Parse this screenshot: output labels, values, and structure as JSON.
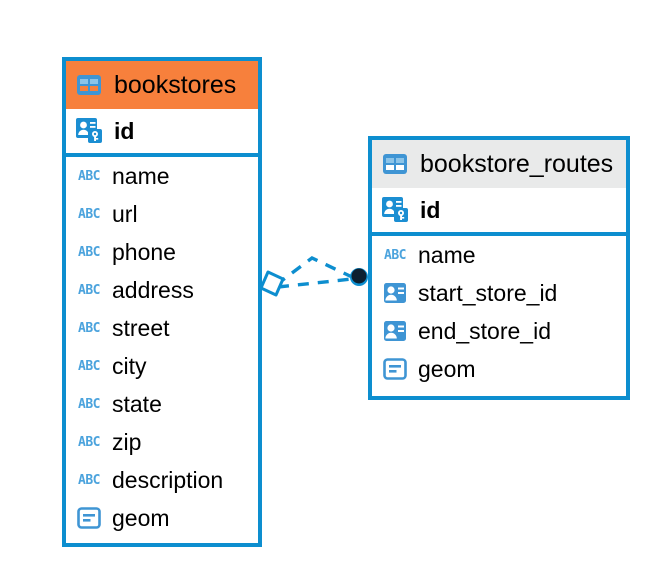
{
  "diagram": {
    "type": "entity-relationship-diagram",
    "background": "#ffffff",
    "accent_color": "#0d8ecf",
    "highlight_color": "#f7803c",
    "neutral_header_color": "#e9eaea",
    "icon_blue": "#3f95d4",
    "abc_blue": "#4ba3dd",
    "text_color": "#000000"
  },
  "tables": [
    {
      "name": "bookstores",
      "header_style": "highlighted-orange",
      "table_icon": "table-grid-icon",
      "fields": [
        {
          "label": "id",
          "icon": "primary-key-icon",
          "type": "key",
          "bold": true
        },
        {
          "label": "name",
          "icon": "abc-text-icon",
          "type": "string",
          "bold": false
        },
        {
          "label": "url",
          "icon": "abc-text-icon",
          "type": "string",
          "bold": false
        },
        {
          "label": "phone",
          "icon": "abc-text-icon",
          "type": "string",
          "bold": false
        },
        {
          "label": "address",
          "icon": "abc-text-icon",
          "type": "string",
          "bold": false
        },
        {
          "label": "street",
          "icon": "abc-text-icon",
          "type": "string",
          "bold": false
        },
        {
          "label": "city",
          "icon": "abc-text-icon",
          "type": "string",
          "bold": false
        },
        {
          "label": "state",
          "icon": "abc-text-icon",
          "type": "string",
          "bold": false
        },
        {
          "label": "zip",
          "icon": "abc-text-icon",
          "type": "string",
          "bold": false
        },
        {
          "label": "description",
          "icon": "abc-text-icon",
          "type": "string",
          "bold": false
        },
        {
          "label": "geom",
          "icon": "geometry-icon",
          "type": "geometry",
          "bold": false
        }
      ]
    },
    {
      "name": "bookstore_routes",
      "header_style": "neutral-gray",
      "table_icon": "table-grid-icon",
      "fields": [
        {
          "label": "id",
          "icon": "primary-key-icon",
          "type": "key",
          "bold": true
        },
        {
          "label": "name",
          "icon": "abc-text-icon",
          "type": "string",
          "bold": false
        },
        {
          "label": "start_store_id",
          "icon": "foreign-key-icon",
          "type": "reference",
          "bold": false
        },
        {
          "label": "end_store_id",
          "icon": "foreign-key-icon",
          "type": "reference",
          "bold": false
        },
        {
          "label": "geom",
          "icon": "geometry-icon",
          "type": "geometry",
          "bold": false
        }
      ]
    }
  ],
  "relationship": {
    "name": "bookstores-to-bookstore_routes",
    "line_style": "dashed",
    "line_color": "#0d8ecf",
    "source_endpoint": "diamond-marker",
    "target_endpoint": "filled-circle-marker",
    "target_fill": "#0d2030"
  },
  "glyphs": {
    "abc": "ABC"
  }
}
